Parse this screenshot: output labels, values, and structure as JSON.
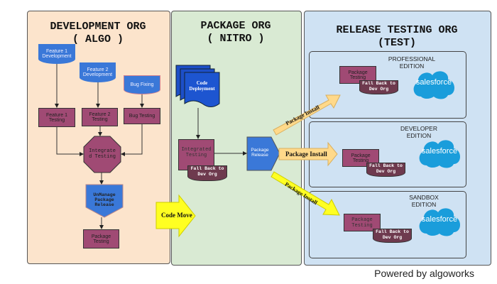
{
  "colors": {
    "dev_bg": "#fce4cc",
    "pkg_bg": "#d9ead3",
    "rel_bg": "#cfe2f3",
    "process": "#a04a74",
    "doc": "#3a78d8",
    "fallback": "#6e3a4e",
    "salesforce": "#1a9ddb",
    "arrow_yellow": "#ffff22",
    "arrow_light": "#ffd98a"
  },
  "dev": {
    "title": "DEVELOPMENT ORG\n( ALGO )",
    "feature1_dev": "Feature 1 Development",
    "feature2_dev": "Feature 2 Development",
    "bug_fixing": "Bug Fixing",
    "feature1_test": "Feature 1 Testing",
    "feature2_test": "Feature 2 Testing",
    "bug_test": "Bug Testing",
    "integrated": "Integrate d Testing",
    "unmanage": "UnManage Package Release",
    "package_testing": "Package Testing"
  },
  "code_move": "Code Move",
  "pkg": {
    "title": "PACKAGE ORG\n( NITRO )",
    "code_deployment": "Code Deployment",
    "integrated": "Integrated Testing",
    "fall_back": "Fall Back to Dev Org",
    "package_release": "Package Release",
    "install_labels": [
      "Package Install",
      "Package Install",
      "Package Install"
    ]
  },
  "rel": {
    "title": "RELEASE TESTING ORG\n(TEST)",
    "editions": [
      {
        "name": "PROFESSIONAL\nEDITION",
        "testing": "Package Testing",
        "fall_back": "Fall Back to Dev Org",
        "logo": "salesforce"
      },
      {
        "name": "DEVELOPER\nEDITION",
        "testing": "Package Testing",
        "fall_back": "Fall Back to Dev Org",
        "logo": "salesforce"
      },
      {
        "name": "SANDBOX\nEDITION",
        "testing": "Package Testing",
        "fall_back": "Fall Back to Dev Org",
        "logo": "salesforce"
      }
    ]
  },
  "footer": "Powered by algoworks"
}
